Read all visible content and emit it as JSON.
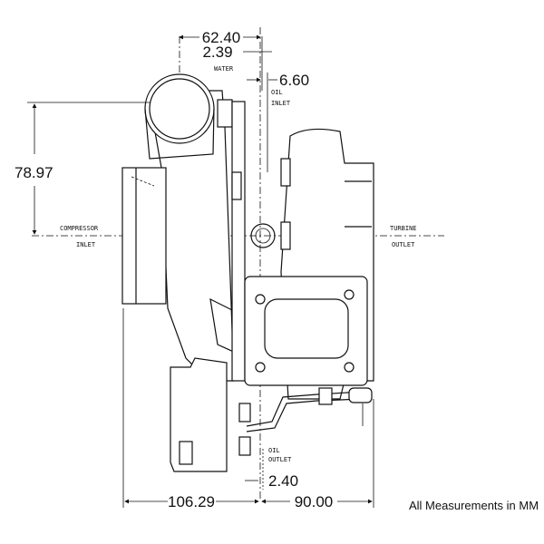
{
  "dimensions": {
    "width_top": "62.40",
    "water_offset": "2.39",
    "oil_inlet_offset": "6.60",
    "inlet_height": "78.97",
    "compressor_side": "106.29",
    "turbine_side": "90.00",
    "oil_outlet_offset": "2.40"
  },
  "labels": {
    "water": "WATER",
    "oil_inlet": [
      "OIL",
      "INLET"
    ],
    "compressor_inlet": [
      "COMPRESSOR",
      "INLET"
    ],
    "turbine_outlet": [
      "TURBINE",
      "OUTLET"
    ],
    "oil_outlet": [
      "OIL",
      "OUTLET"
    ]
  },
  "note": "All Measurements in MM"
}
